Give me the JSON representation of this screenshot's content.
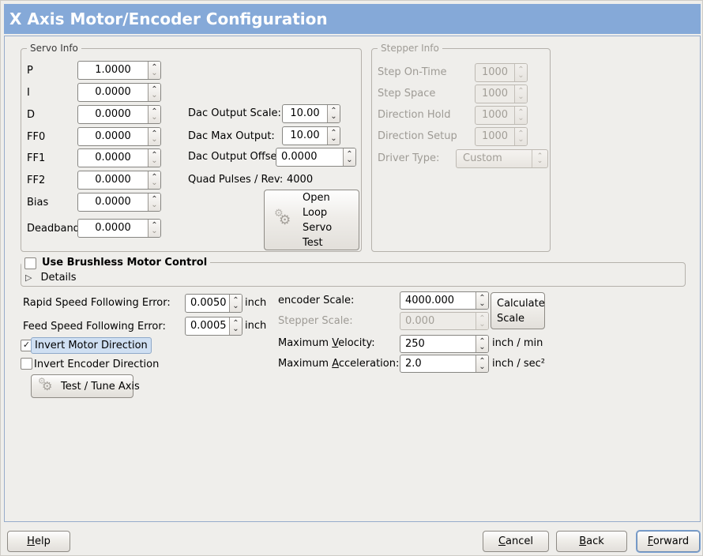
{
  "colors": {
    "titlebar_bg": "#85a9d8",
    "focus_ring": "#7da3d4",
    "highlight_bg": "#cfdff2",
    "window_bg": "#efeeeb"
  },
  "titlebar": {
    "title": "X Axis Motor/Encoder Configuration"
  },
  "servo_info": {
    "legend": "Servo Info",
    "pid_fields": [
      {
        "label": "P",
        "value": "1.0000"
      },
      {
        "label": "I",
        "value": "0.0000"
      },
      {
        "label": "D",
        "value": "0.0000"
      },
      {
        "label": "FF0",
        "value": "0.0000"
      },
      {
        "label": "FF1",
        "value": "0.0000"
      },
      {
        "label": "FF2",
        "value": "0.0000"
      },
      {
        "label": "Bias",
        "value": "0.0000"
      },
      {
        "label": "Deadband",
        "value": "0.0000"
      }
    ],
    "dac_fields": [
      {
        "label": "Dac Output Scale:",
        "value": "10.00"
      },
      {
        "label": "Dac Max Output:",
        "value": "10.00"
      },
      {
        "label": "Dac Output Offset:",
        "value": "0.0000"
      }
    ],
    "quad_pulses": {
      "label": "Quad Pulses / Rev:",
      "value": "4000"
    },
    "open_loop_button": {
      "lines": [
        "Open",
        "Loop",
        "Servo",
        "Test"
      ],
      "icon": "gears-icon"
    }
  },
  "stepper_info": {
    "legend": "Stepper Info",
    "enabled": false,
    "fields": [
      {
        "label": "Step On-Time",
        "value": "1000"
      },
      {
        "label": "Step Space",
        "value": "1000"
      },
      {
        "label": "Direction Hold",
        "value": "1000"
      },
      {
        "label": "Direction Setup",
        "value": "1000"
      }
    ],
    "driver_type": {
      "label": "Driver Type:",
      "value": "Custom"
    }
  },
  "brushless": {
    "label": "Use Brushless Motor Control",
    "checked": false,
    "details_label": "Details",
    "expanded": false
  },
  "following_error": {
    "rapid": {
      "label": "Rapid Speed Following Error:",
      "value": "0.0050",
      "unit": "inch"
    },
    "feed": {
      "label": "Feed Speed Following Error:",
      "value": "0.0005",
      "unit": "inch"
    }
  },
  "scaling": {
    "encoder_scale": {
      "label": "encoder Scale:",
      "value": "4000.000"
    },
    "stepper_scale": {
      "label": "Stepper Scale:",
      "value": "0.000",
      "enabled": false
    },
    "max_velocity": {
      "pre": "Maximum ",
      "mn": "V",
      "rest": "elocity:",
      "value": "250",
      "unit": "inch / min"
    },
    "max_accel": {
      "pre": "Maximum ",
      "mn": "A",
      "rest": "cceleration:",
      "value": "2.0",
      "unit": "inch / sec²"
    },
    "calculate_button": {
      "lines": [
        "Calculate",
        "Scale"
      ]
    }
  },
  "direction": {
    "invert_motor": {
      "label": "Invert Motor Direction",
      "checked": true,
      "check_glyph": "✓",
      "focused": true
    },
    "invert_encoder": {
      "label": "Invert Encoder Direction",
      "checked": false
    }
  },
  "test_tune_button": {
    "label": "Test / Tune Axis",
    "icon": "gears-icon"
  },
  "action_bar": {
    "help": {
      "mn": "H",
      "rest": "elp"
    },
    "cancel": {
      "mn": "C",
      "rest": "ancel"
    },
    "back": {
      "mn": "B",
      "rest": "ack"
    },
    "forward": {
      "mn": "F",
      "rest": "orward"
    }
  }
}
